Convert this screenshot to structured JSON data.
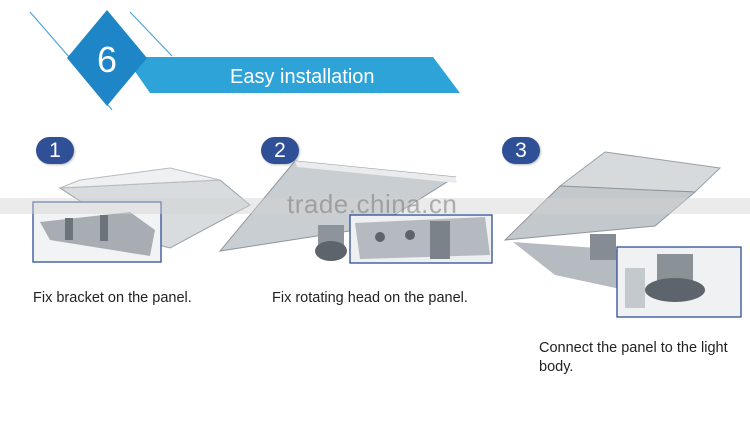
{
  "header": {
    "number": "6",
    "title": "Easy installation",
    "colors": {
      "banner": "#2ea3d8",
      "number_bg": "#1e86c6",
      "outline": "#4ba6dc"
    }
  },
  "steps": [
    {
      "badge": "1",
      "caption": "Fix bracket on the panel."
    },
    {
      "badge": "2",
      "caption": "Fix rotating head on the panel."
    },
    {
      "badge": "3",
      "caption": "Connect the panel to the light body."
    }
  ],
  "watermark": "trade.china.cn",
  "colors": {
    "badge": "#2f4f97",
    "inset_border": "#2f4f97"
  }
}
